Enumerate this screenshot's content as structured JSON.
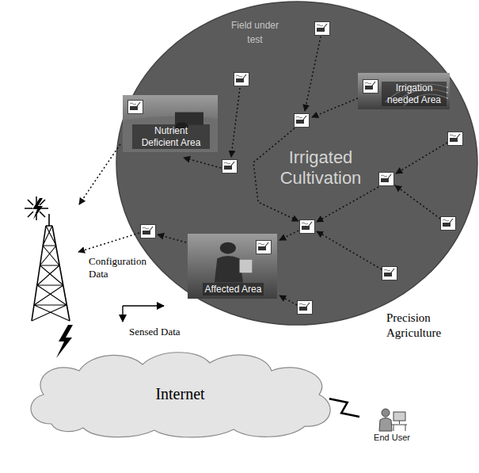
{
  "diagram": {
    "nodes": [
      {
        "text": [
          "Field under test",
          "Irrigated Cultivation"
        ]
      },
      {
        "text": [
          "Irrigation needed Area"
        ],
        "in": 0
      },
      {
        "text": [
          "Nutrient Deficient Area"
        ],
        "in": 0
      },
      {
        "text": [
          "Affected Area"
        ],
        "in": 0
      },
      {
        "text": [
          "Internet"
        ]
      },
      {
        "text": [
          "End User"
        ]
      }
    ],
    "edges": [
      {
        "from": 4,
        "to": 5,
        "arrow": "none"
      }
    ],
    "labels": [
      "Configuration Data",
      "Sensed Data",
      "Precision Agriculture"
    ]
  }
}
